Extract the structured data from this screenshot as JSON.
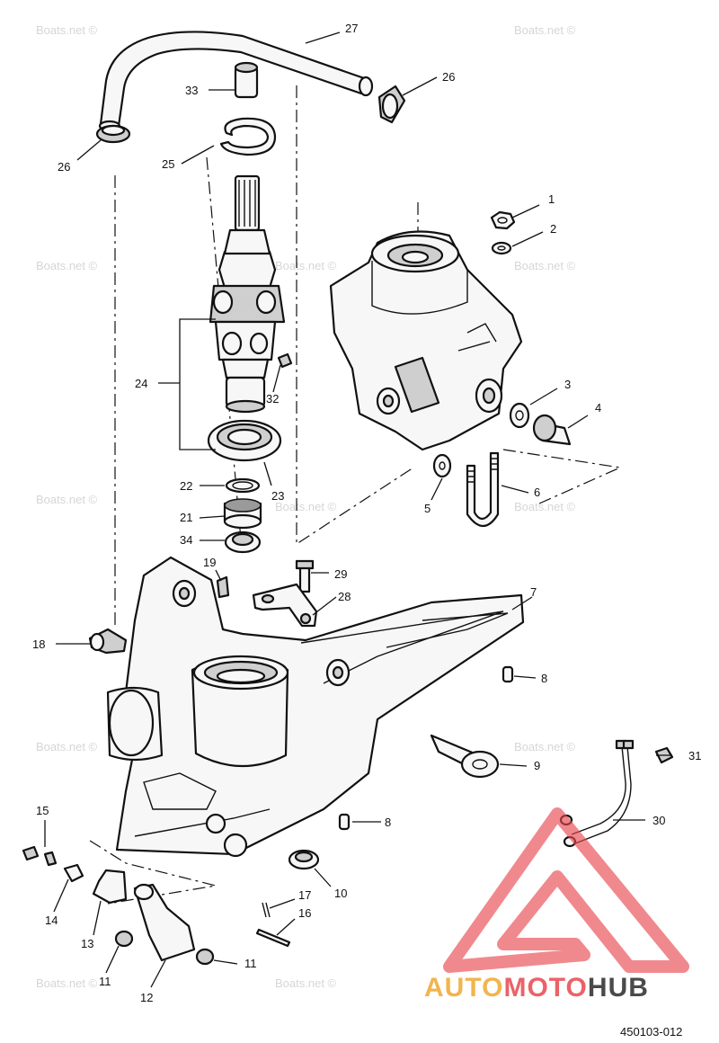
{
  "diagram": {
    "callouts": [
      "1",
      "2",
      "3",
      "4",
      "5",
      "6",
      "7",
      "8",
      "8",
      "9",
      "10",
      "11",
      "11",
      "12",
      "13",
      "14",
      "15",
      "16",
      "17",
      "18",
      "19",
      "21",
      "22",
      "23",
      "24",
      "25",
      "26",
      "26",
      "27",
      "28",
      "29",
      "30",
      "31",
      "32",
      "33",
      "34"
    ],
    "catalog_number": "450103-012"
  },
  "watermark": {
    "text": "Boats.net ©",
    "brand_parts": [
      "AUTO",
      "MOTO",
      "HUB"
    ],
    "colors": {
      "auto": "#f0a830",
      "moto": "#e8474f",
      "hub": "#2b2b2b",
      "triangle": "#e8474f"
    }
  }
}
